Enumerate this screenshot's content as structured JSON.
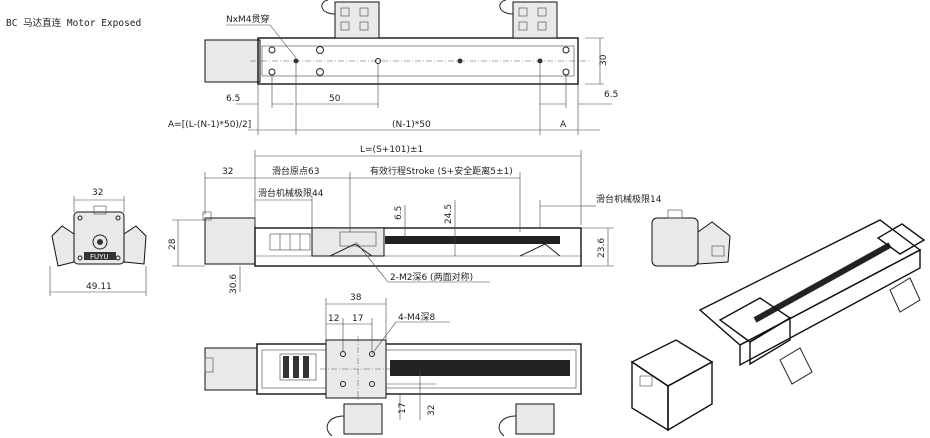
{
  "title": "BC 马达直连 Motor Exposed",
  "top_view": {
    "hole_note": "NxM4贯穿",
    "dim_edge_left": "6.5",
    "dim_pitch": "50",
    "dim_width": "30",
    "dim_edge_right": "6.5",
    "dim_A_formula": "A=[(L-(N-1)*50)/2]",
    "dim_pitch_total": "(N-1)*50",
    "dim_A": "A"
  },
  "side_view": {
    "dim_total_length": "L=(S+101)±1",
    "dim_motor": "32",
    "dim_origin": "滑台原点63",
    "dim_stroke": "有效行程Stroke (S+安全距离5±1)",
    "dim_mech_left": "滑台机械极限44",
    "dim_mech_right": "滑台机械极限14",
    "dim_6_5": "6.5",
    "dim_24_5": "24.5",
    "dim_28": "28",
    "dim_30_6": "30.6",
    "dim_23_6": "23.6",
    "note_m2": "2-M2深6 (两面对称)"
  },
  "end_view_left": {
    "dim_top": "32",
    "dim_bottom": "49.11",
    "logo": "FUYU"
  },
  "bottom_view": {
    "dim_38": "38",
    "dim_12": "12",
    "dim_17_top": "17",
    "note_m4": "4-M4深8",
    "dim_17_bottom": "17",
    "dim_32": "32"
  },
  "colors": {
    "line": "#222222",
    "background": "#ffffff"
  }
}
